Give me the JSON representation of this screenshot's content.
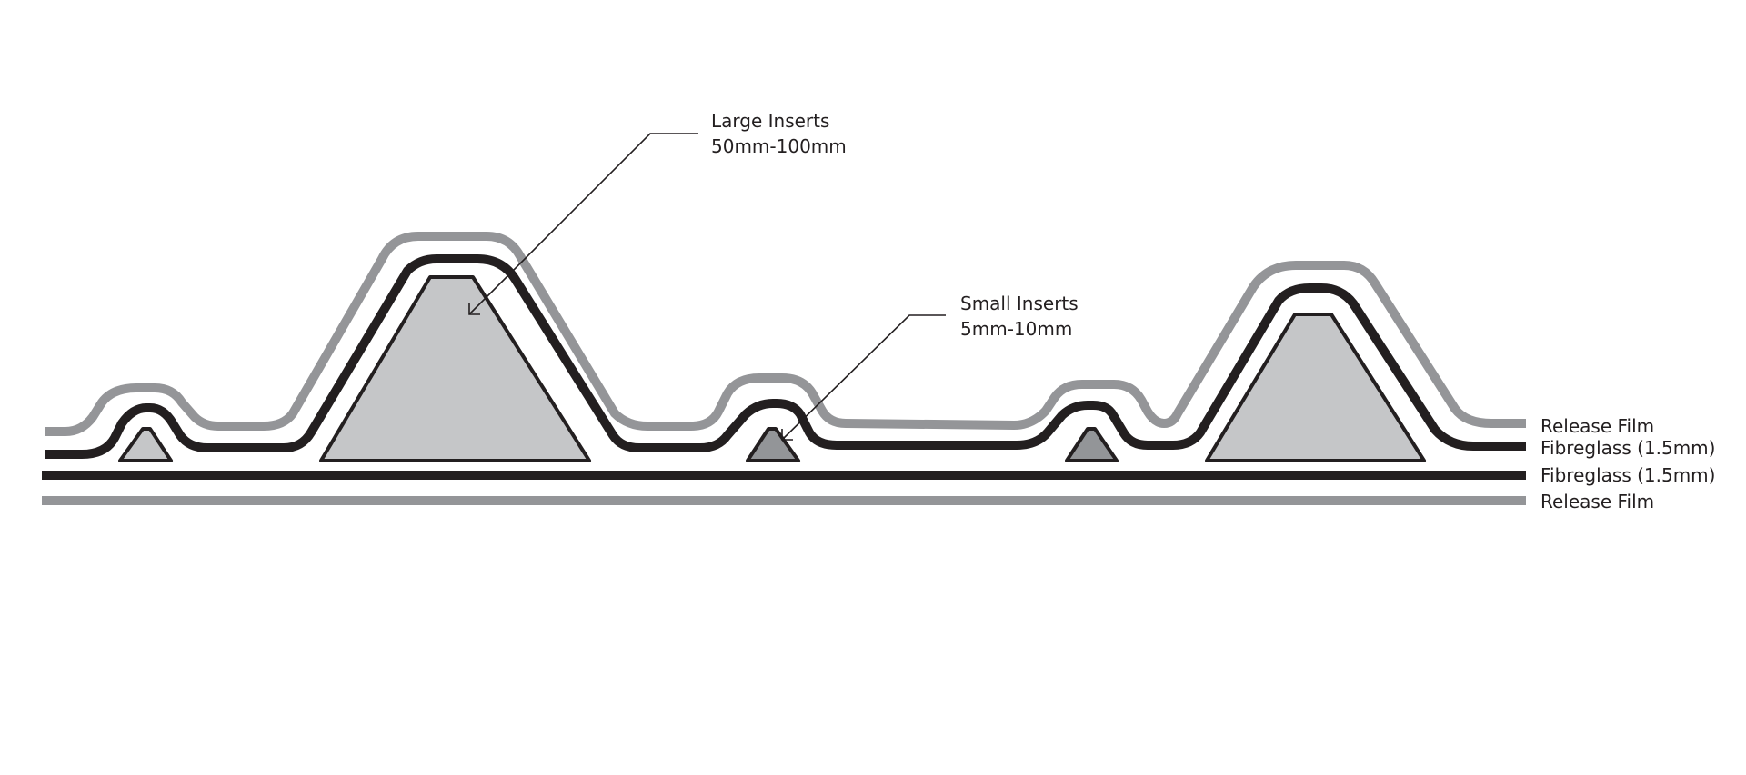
{
  "callouts": {
    "large_inserts": {
      "line1": "Large Inserts",
      "line2": "50mm-100mm"
    },
    "small_inserts": {
      "line1": "Small Inserts",
      "line2": "5mm-10mm"
    }
  },
  "layer_labels": {
    "release_film_top": "Release Film",
    "fibreglass_top": "Fibreglass (1.5mm)",
    "fibreglass_bottom": "Fibreglass (1.5mm)",
    "release_film_bottom": "Release Film"
  },
  "colors": {
    "release_film": "#949598",
    "fibreglass": "#231f20",
    "insert_light": "#c5c6c8",
    "insert_dark": "#939598"
  }
}
